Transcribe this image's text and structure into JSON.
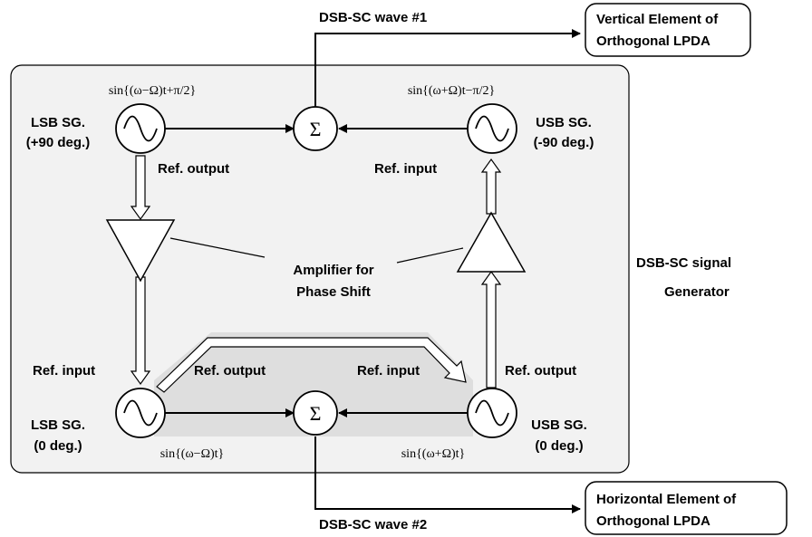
{
  "wave1_label": "DSB-SC wave #1",
  "wave2_label": "DSB-SC wave #2",
  "vertical_box": [
    "Vertical Element of",
    "Orthogonal LPDA"
  ],
  "horizontal_box": [
    "Horizontal Element of",
    "Orthogonal LPDA"
  ],
  "generator_label": [
    "DSB-SC signal",
    "Generator"
  ],
  "lsb_top": {
    "formula": "sin{(ω−Ω)t+π/2}",
    "name": [
      "LSB SG.",
      "(+90 deg.)"
    ],
    "port": "Ref. output"
  },
  "usb_top": {
    "formula": "sin{(ω+Ω)t−π/2}",
    "name": [
      "USB SG.",
      "(-90 deg.)"
    ],
    "port": "Ref. input"
  },
  "lsb_bottom": {
    "formula": "sin{(ω−Ω)t}",
    "name": [
      "LSB SG.",
      "(0 deg.)"
    ],
    "port_input": "Ref. input",
    "port_output": "Ref. output"
  },
  "usb_bottom": {
    "formula": "sin{(ω+Ω)t}",
    "name": [
      "USB SG.",
      "(0 deg.)"
    ],
    "port_input": "Ref. input",
    "port_output": "Ref. output"
  },
  "amplifier_label": [
    "Amplifier for",
    "Phase Shift"
  ],
  "summer_symbol": "Σ"
}
